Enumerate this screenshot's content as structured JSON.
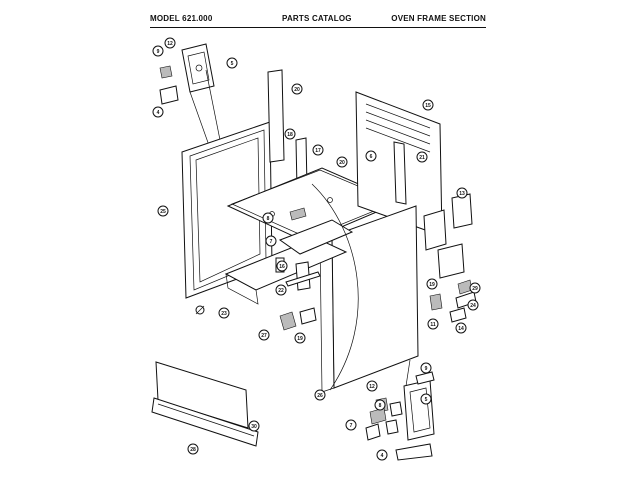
{
  "header": {
    "model": "MODEL 621.000",
    "catalog": "PARTS CATALOG",
    "section": "OVEN FRAME SECTION"
  },
  "callouts": [
    {
      "id": "c1",
      "label": "9"
    },
    {
      "id": "c2",
      "label": "12"
    },
    {
      "id": "c3",
      "label": "5"
    },
    {
      "id": "c4",
      "label": "4"
    },
    {
      "id": "c5",
      "label": "20"
    },
    {
      "id": "c6",
      "label": "15"
    },
    {
      "id": "c7",
      "label": "18"
    },
    {
      "id": "c8",
      "label": "17"
    },
    {
      "id": "c9",
      "label": "20"
    },
    {
      "id": "c10",
      "label": "6"
    },
    {
      "id": "c11",
      "label": "21"
    },
    {
      "id": "c12",
      "label": "25"
    },
    {
      "id": "c13",
      "label": "8"
    },
    {
      "id": "c14",
      "label": "7"
    },
    {
      "id": "c15",
      "label": "13"
    },
    {
      "id": "c16",
      "label": "16"
    },
    {
      "id": "c17",
      "label": "22"
    },
    {
      "id": "c18",
      "label": "27"
    },
    {
      "id": "c19",
      "label": "19"
    },
    {
      "id": "c20",
      "label": "19"
    },
    {
      "id": "c21",
      "label": "23"
    },
    {
      "id": "c22",
      "label": "29"
    },
    {
      "id": "c23",
      "label": "24"
    },
    {
      "id": "c24",
      "label": "11"
    },
    {
      "id": "c25",
      "label": "14"
    },
    {
      "id": "c26",
      "label": "26"
    },
    {
      "id": "c27",
      "label": "9"
    },
    {
      "id": "c28",
      "label": "12"
    },
    {
      "id": "c29",
      "label": "5"
    },
    {
      "id": "c30",
      "label": "8"
    },
    {
      "id": "c31",
      "label": "7"
    },
    {
      "id": "c32",
      "label": "4"
    },
    {
      "id": "c33",
      "label": "28"
    },
    {
      "id": "c34",
      "label": "30"
    }
  ]
}
